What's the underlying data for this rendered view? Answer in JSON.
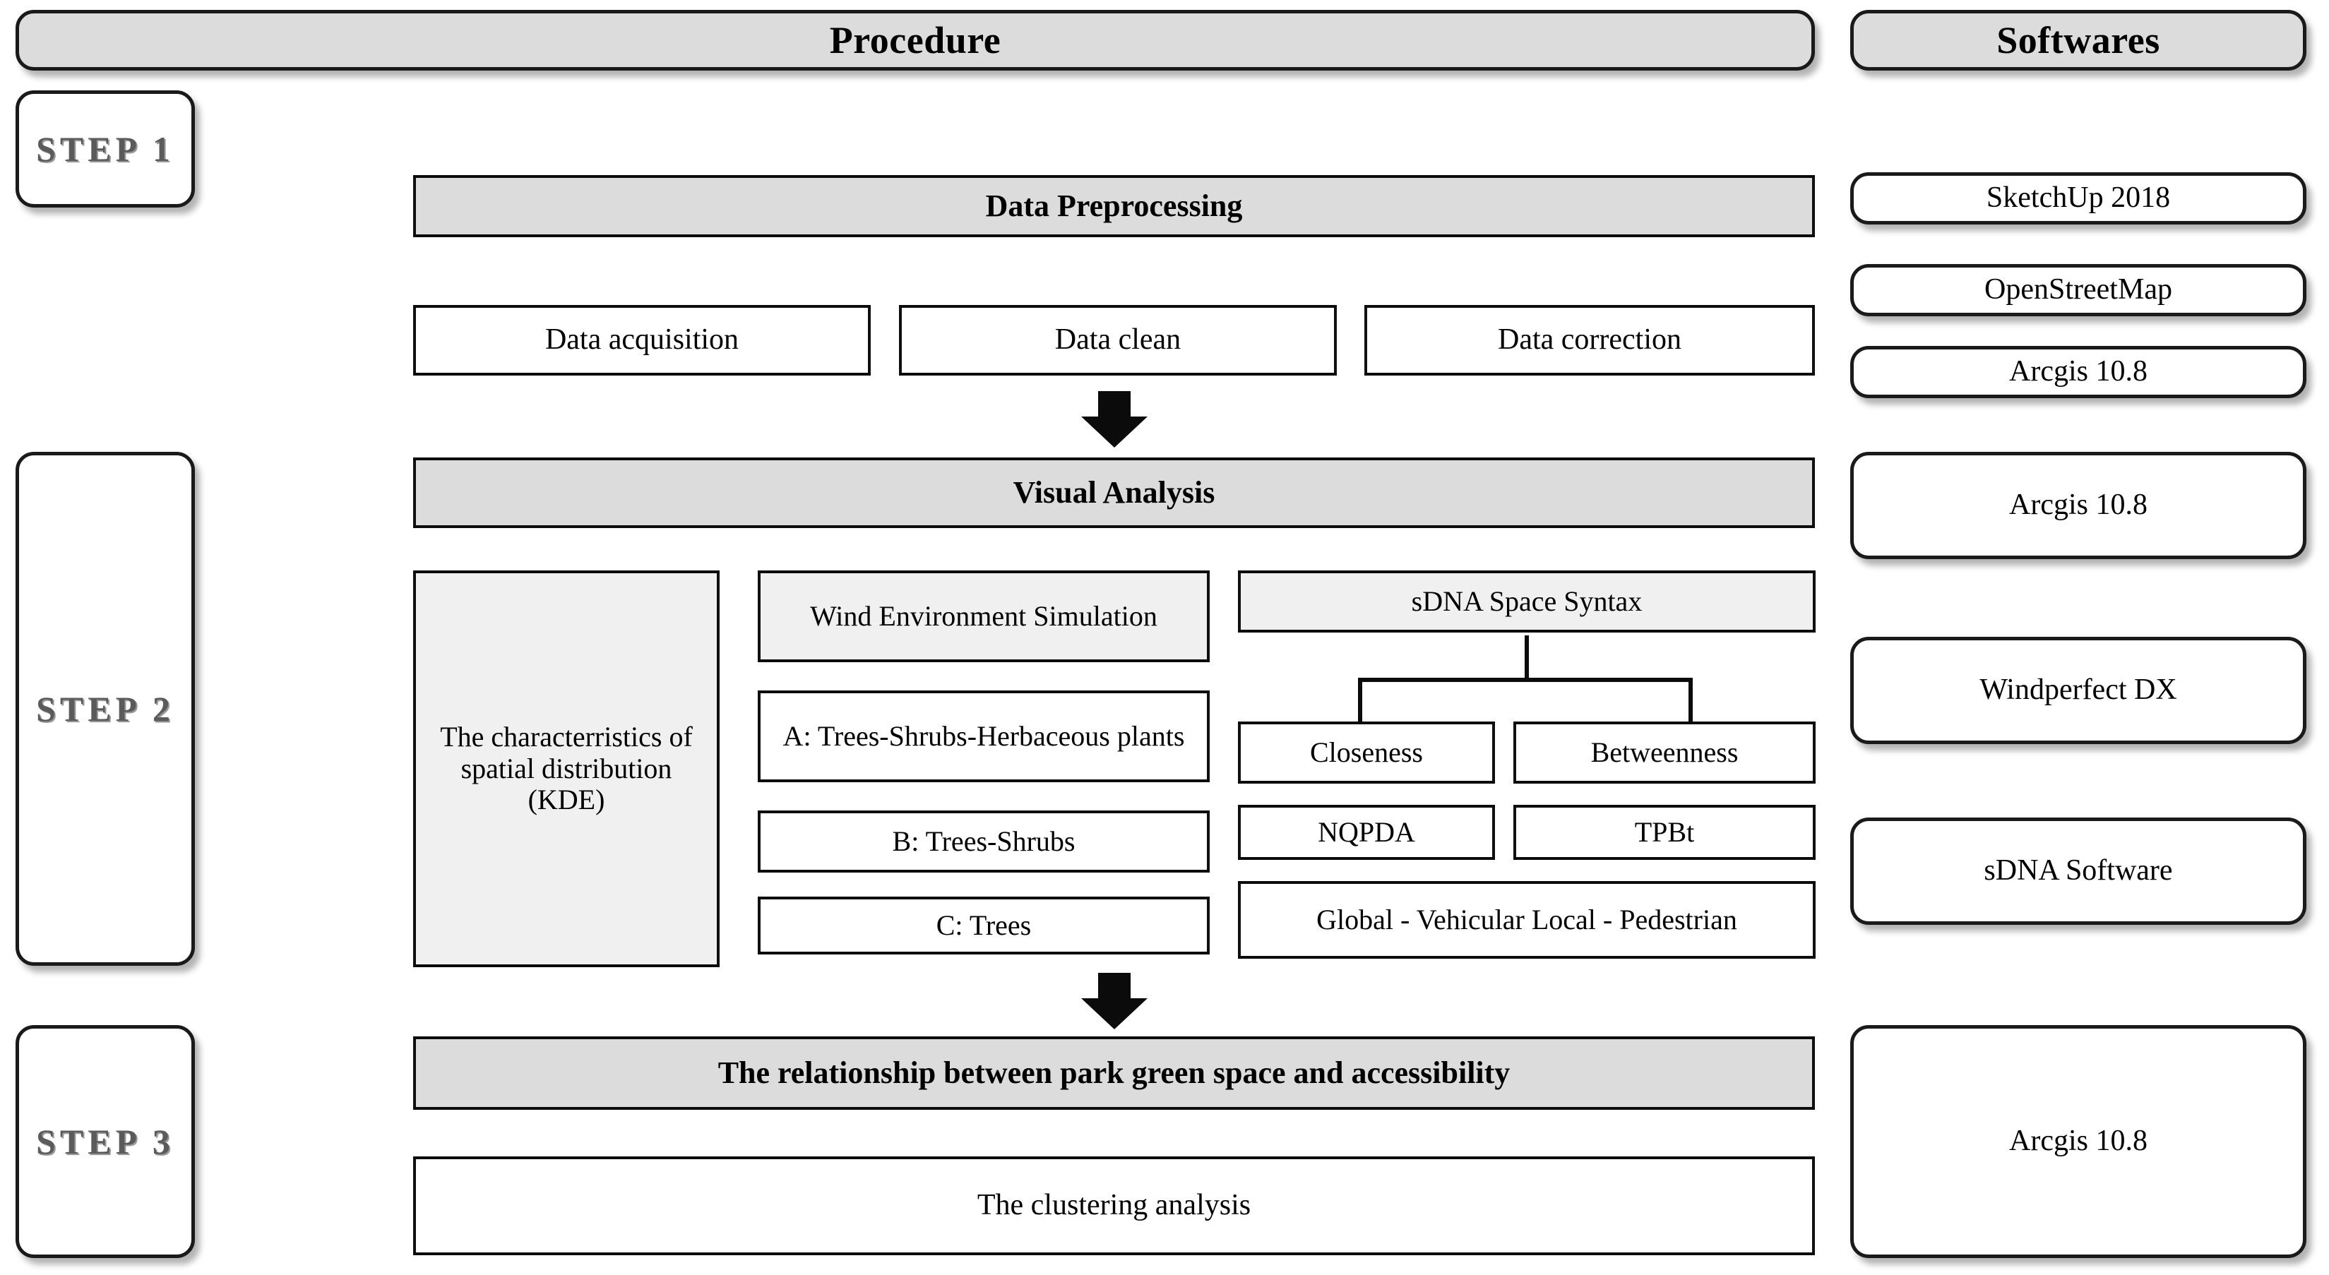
{
  "headers": {
    "procedure": "Procedure",
    "softwares": "Softwares"
  },
  "steps": [
    {
      "label": "STEP  1"
    },
    {
      "label": "STEP  2"
    },
    {
      "label": "STEP  3"
    }
  ],
  "step1": {
    "section_title": "Data Preprocessing",
    "items": [
      "Data acquisition",
      "Data clean",
      "Data correction"
    ],
    "softwares": [
      "SketchUp 2018",
      "OpenStreetMap",
      "Arcgis 10.8"
    ]
  },
  "step2": {
    "section_title": "Visual Analysis",
    "kde": "The characterristics of spatial distribution (KDE)",
    "wind": {
      "title": "Wind Environment Simulation",
      "items": [
        "A: Trees-Shrubs-Herbaceous plants",
        "B: Trees-Shrubs",
        "C: Trees"
      ]
    },
    "sdna": {
      "title": "sDNA Space Syntax",
      "children": [
        "Closeness",
        "Betweenness"
      ],
      "metrics": [
        "NQPDA",
        "TPBt"
      ],
      "scope": "Global - Vehicular Local - Pedestrian"
    },
    "softwares": [
      "Arcgis 10.8",
      "Windperfect DX",
      "sDNA Software"
    ]
  },
  "step3": {
    "section_title": "The relationship between park green space and accessibility",
    "items": [
      "The clustering analysis"
    ],
    "softwares": [
      "Arcgis 10.8"
    ]
  },
  "colors": {
    "banner_fill": "#dcdcdc",
    "section_fill": "#dcdcdc",
    "subtle_fill": "#f0f0f0",
    "stroke": "#101010",
    "step_text": "#5b5b5b"
  },
  "connectors": {
    "arrow_step1_to_step2": "down-arrow",
    "arrow_step2_to_step3": "down-arrow",
    "sdna_tree": "tee-connector"
  }
}
